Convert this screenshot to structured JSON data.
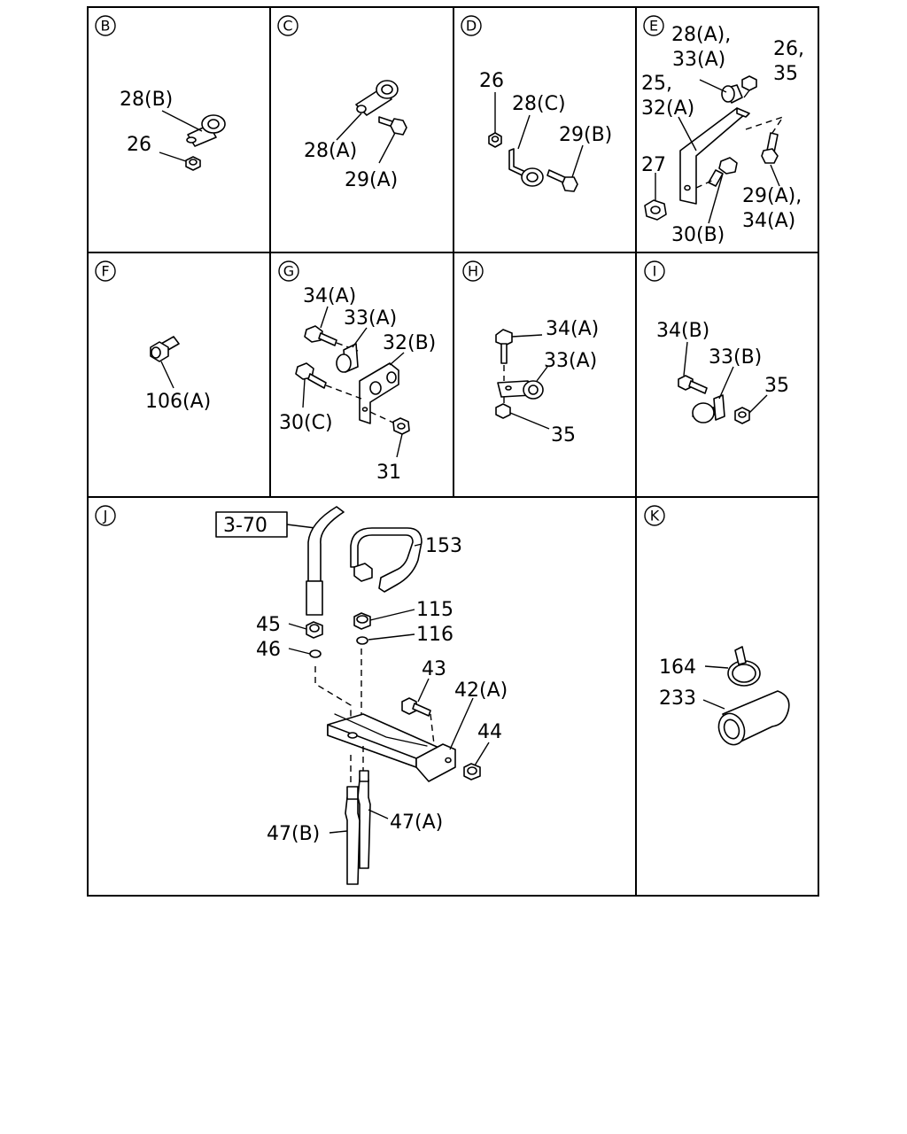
{
  "panels": [
    {
      "id": "B",
      "labels": [
        "28(B)",
        "26"
      ]
    },
    {
      "id": "C",
      "labels": [
        "28(A)",
        "29(A)"
      ]
    },
    {
      "id": "D",
      "labels": [
        "26",
        "28(C)",
        "29(B)"
      ]
    },
    {
      "id": "E",
      "labels": [
        "28(A),",
        "33(A)",
        "26,",
        "35",
        "25,",
        "32(A)",
        "27",
        "29(A),",
        "34(A)",
        "30(B)"
      ]
    },
    {
      "id": "F",
      "labels": [
        "106(A)"
      ]
    },
    {
      "id": "G",
      "labels": [
        "34(A)",
        "33(A)",
        "32(B)",
        "30(C)",
        "31"
      ]
    },
    {
      "id": "H",
      "labels": [
        "34(A)",
        "33(A)",
        "35"
      ]
    },
    {
      "id": "I",
      "labels": [
        "34(B)",
        "33(B)",
        "35"
      ]
    },
    {
      "id": "J",
      "labels": [
        "3-70",
        "153",
        "115",
        "45",
        "116",
        "46",
        "43",
        "42(A)",
        "44",
        "47(B)",
        "47(A)"
      ]
    },
    {
      "id": "K",
      "labels": [
        "164",
        "233"
      ]
    }
  ]
}
